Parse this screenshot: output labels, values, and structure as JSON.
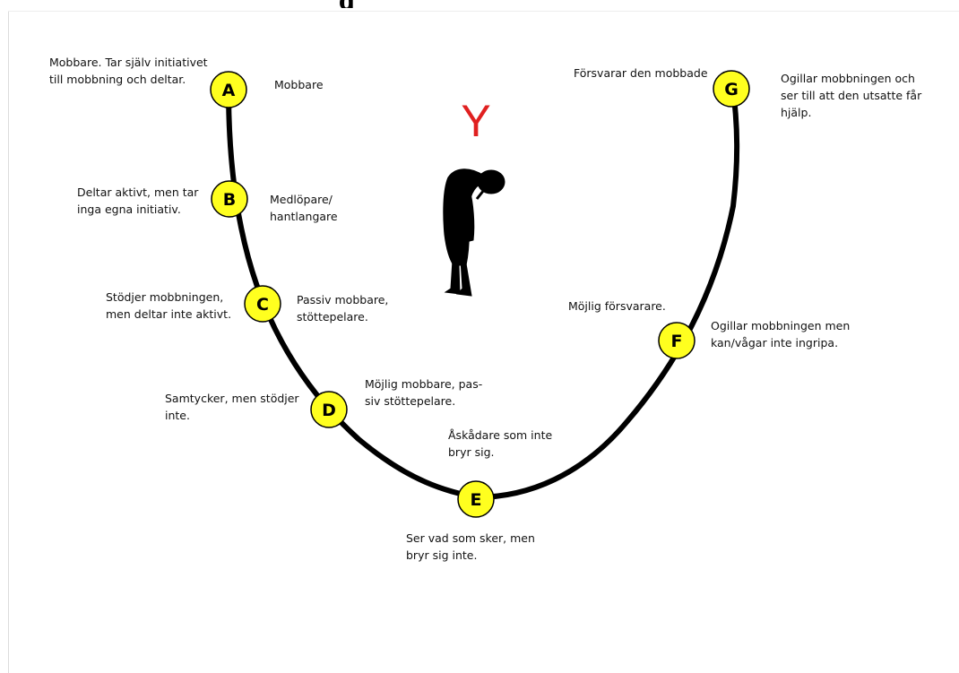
{
  "header": {
    "fragment": "g"
  },
  "center": {
    "symbol": "Y",
    "symbol_color": "#e02020"
  },
  "colors": {
    "node_fill": "#ffff1f",
    "curve": "#000000"
  },
  "nodes": [
    {
      "letter": "A",
      "role": "Mobbare",
      "description": "Mobbare. Tar själv initiativet\ntill mobbning och deltar."
    },
    {
      "letter": "B",
      "role": "Medlöpare/\nhantlangare",
      "description": "Deltar aktivt, men tar\ninga egna initiativ."
    },
    {
      "letter": "C",
      "role": "Passiv mobbare,\nstöttepelare.",
      "description": "Stödjer mobbningen,\nmen deltar inte aktivt."
    },
    {
      "letter": "D",
      "role": "Möjlig mobbare, pas-\nsiv stöttepelare.",
      "description": "Samtycker, men stödjer\ninte."
    },
    {
      "letter": "E",
      "role": "Åskådare som inte\nbryr sig.",
      "description": "Ser vad som sker, men\nbryr sig inte."
    },
    {
      "letter": "F",
      "role": "Möjlig försvarare.",
      "description": "Ogillar mobbningen men\nkan/vågar inte ingripa."
    },
    {
      "letter": "G",
      "role": "Försvarar den mobbade",
      "description": "Ogillar mobbningen och\nser till att den utsatte får\nhjälp."
    }
  ]
}
